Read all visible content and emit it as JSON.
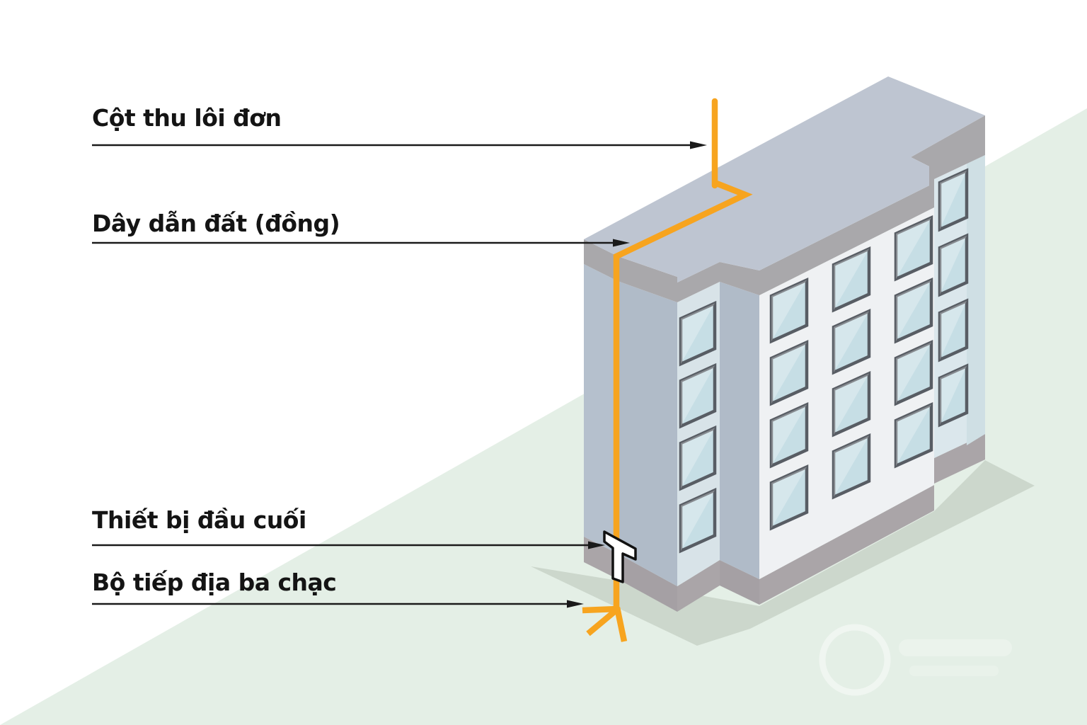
{
  "diagram": {
    "subject": "lightning-protection-system-building",
    "labels": [
      {
        "text": "Cột thu lôi đơn",
        "points_to": "lightning-rod"
      },
      {
        "text": "Dây dẫn đất (đồng)",
        "points_to": "down-conductor"
      },
      {
        "text": "Thiết bị đầu cuối",
        "points_to": "terminal-device"
      },
      {
        "text": "Bộ tiếp địa ba chạc",
        "points_to": "grounding-rods"
      }
    ],
    "colors": {
      "conductor_orange": "#F7A41F",
      "ground_green": "#E4EFE6",
      "building_shadow": "#CCD7CC",
      "roof_top": "#BEC5D1",
      "fascia_gray": "#A9A8AB",
      "wall_left": "#B5C0CD",
      "wall_side": "#B0BBC8",
      "wall_bay": "#D8E3E8",
      "wall_front": "#EFF1F3",
      "wall_tower": "#DBE7EC",
      "wall_tower_strip": "#CFDFE4",
      "plinth_gray": "#AAA5A8",
      "window_glass": "#C6DEE5",
      "window_frame": "#585D64",
      "label_text": "#141414",
      "leader_line": "#1A1A1A",
      "terminal_fill": "#FFFFFF",
      "terminal_outline": "#111111",
      "background": "#FFFFFF"
    }
  }
}
